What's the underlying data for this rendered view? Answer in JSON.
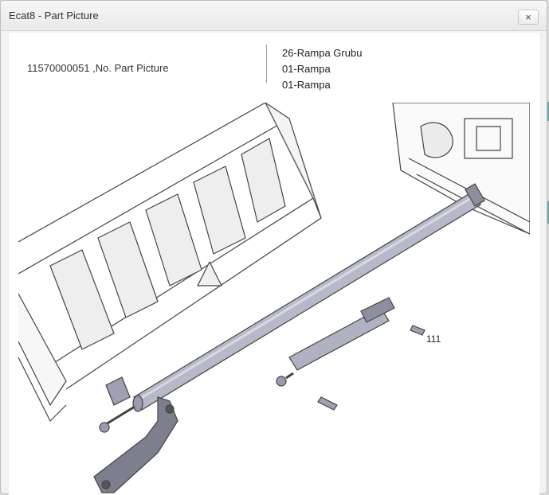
{
  "dialog": {
    "title": "Ecat8 - Part Picture",
    "close_icon": "close-icon",
    "close_label": "×"
  },
  "header": {
    "part_label": "11570000051 ,No. Part Picture",
    "groups": [
      "26-Rampa Grubu",
      "01-Rampa",
      "01-Rampa"
    ]
  },
  "drawing": {
    "callouts": [
      "111"
    ]
  }
}
